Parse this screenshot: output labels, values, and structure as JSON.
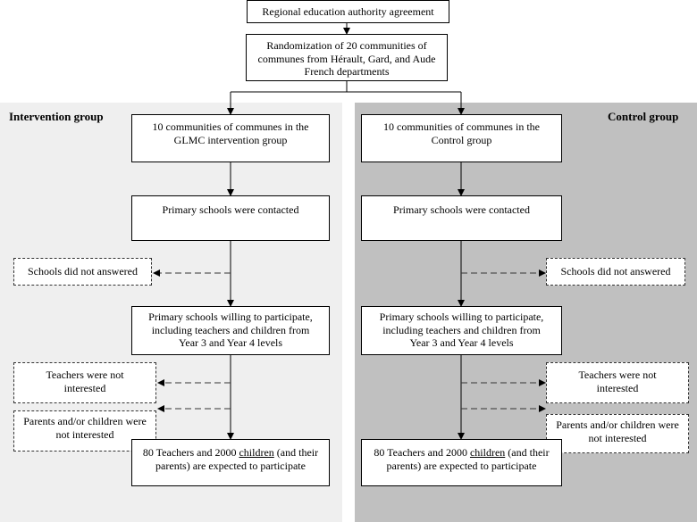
{
  "top": {
    "agreement": "Regional education authority agreement",
    "randomization": [
      "Randomization of 20 communities of",
      "communes from Hérault, Gard, and Aude",
      "French departments"
    ]
  },
  "groups": {
    "intervention": {
      "label": "Intervention group",
      "communities": [
        "10 communities of communes in the",
        "GLMC intervention group"
      ],
      "contacted": "Primary schools were contacted",
      "no_answer": "Schools did not answered",
      "willing": [
        "Primary schools willing to participate,",
        "including teachers and children from",
        "Year 3 and Year 4 levels"
      ],
      "teachers_not_interested": [
        "Teachers were not",
        "interested"
      ],
      "parents_not_interested": [
        "Parents and/or children were",
        "not interested"
      ],
      "expected_pre": "80 Teachers and 2000 ",
      "expected_underlined": "children",
      "expected_post": " (and their",
      "expected_line2": "parents) are expected to participate"
    },
    "control": {
      "label": "Control group",
      "communities": [
        "10 communities of communes in the",
        "Control group"
      ],
      "contacted": "Primary schools were contacted",
      "no_answer": "Schools did not answered",
      "willing": [
        "Primary schools willing to participate,",
        "including teachers and children from",
        "Year 3 and Year 4 levels"
      ],
      "teachers_not_interested": [
        "Teachers were not",
        "interested"
      ],
      "parents_not_interested": [
        "Parents and/or children were",
        "not interested"
      ],
      "expected_pre": "80 Teachers and 2000 ",
      "expected_underlined": "children",
      "expected_post": " (and their",
      "expected_line2": "parents) are expected to participate"
    }
  }
}
